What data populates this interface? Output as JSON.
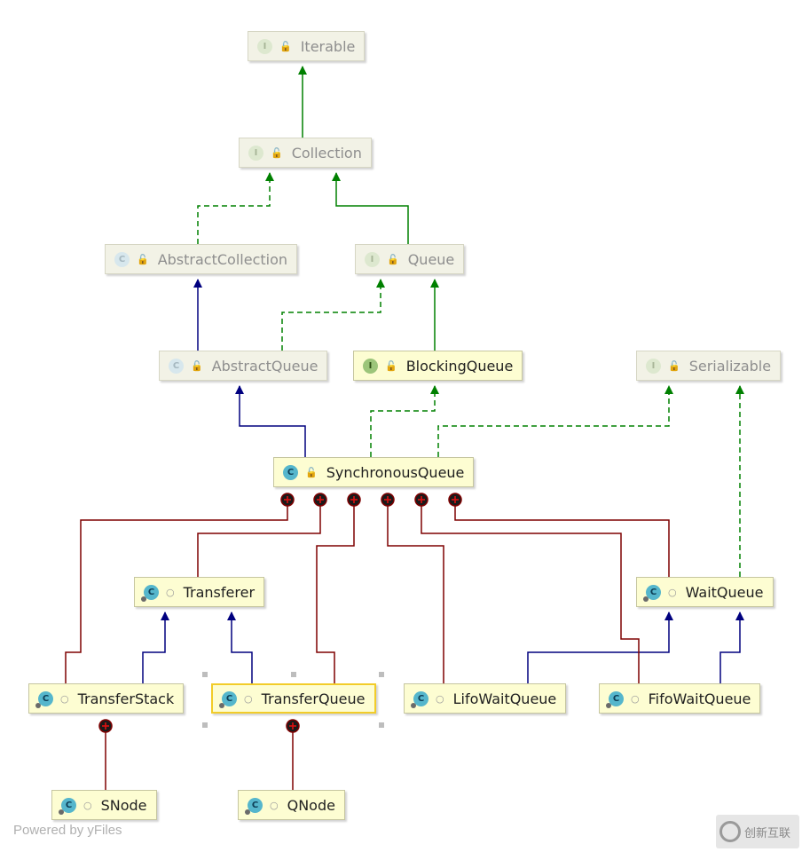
{
  "diagram": {
    "nodes": [
      {
        "id": "Iterable",
        "label": "Iterable",
        "kind": "interface",
        "visibility": "public",
        "state": "inactive"
      },
      {
        "id": "Collection",
        "label": "Collection",
        "kind": "interface",
        "visibility": "public",
        "state": "inactive"
      },
      {
        "id": "AbstractCollection",
        "label": "AbstractCollection",
        "kind": "abstract-class",
        "visibility": "public",
        "state": "inactive"
      },
      {
        "id": "Queue",
        "label": "Queue",
        "kind": "interface",
        "visibility": "public",
        "state": "inactive"
      },
      {
        "id": "AbstractQueue",
        "label": "AbstractQueue",
        "kind": "abstract-class",
        "visibility": "public",
        "state": "inactive"
      },
      {
        "id": "BlockingQueue",
        "label": "BlockingQueue",
        "kind": "interface",
        "visibility": "public",
        "state": "active"
      },
      {
        "id": "Serializable",
        "label": "Serializable",
        "kind": "interface",
        "visibility": "public",
        "state": "inactive"
      },
      {
        "id": "SynchronousQueue",
        "label": "SynchronousQueue",
        "kind": "class",
        "visibility": "public",
        "state": "active"
      },
      {
        "id": "Transferer",
        "label": "Transferer",
        "kind": "nested-class",
        "visibility": "package",
        "state": "active"
      },
      {
        "id": "WaitQueue",
        "label": "WaitQueue",
        "kind": "nested-class",
        "visibility": "package",
        "state": "active"
      },
      {
        "id": "TransferStack",
        "label": "TransferStack",
        "kind": "nested-class",
        "visibility": "package",
        "state": "active"
      },
      {
        "id": "TransferQueue",
        "label": "TransferQueue",
        "kind": "nested-class",
        "visibility": "package",
        "state": "active",
        "selected": true
      },
      {
        "id": "LifoWaitQueue",
        "label": "LifoWaitQueue",
        "kind": "nested-class",
        "visibility": "package",
        "state": "active"
      },
      {
        "id": "FifoWaitQueue",
        "label": "FifoWaitQueue",
        "kind": "nested-class",
        "visibility": "package",
        "state": "active"
      },
      {
        "id": "SNode",
        "label": "SNode",
        "kind": "nested-class",
        "visibility": "package",
        "state": "active"
      },
      {
        "id": "QNode",
        "label": "QNode",
        "kind": "nested-class",
        "visibility": "package",
        "state": "active"
      }
    ],
    "edges": [
      {
        "from": "Collection",
        "to": "Iterable",
        "type": "extends-interface"
      },
      {
        "from": "AbstractCollection",
        "to": "Collection",
        "type": "implements"
      },
      {
        "from": "Queue",
        "to": "Collection",
        "type": "extends-interface"
      },
      {
        "from": "AbstractQueue",
        "to": "AbstractCollection",
        "type": "extends"
      },
      {
        "from": "AbstractQueue",
        "to": "Queue",
        "type": "implements"
      },
      {
        "from": "BlockingQueue",
        "to": "Queue",
        "type": "extends-interface"
      },
      {
        "from": "SynchronousQueue",
        "to": "AbstractQueue",
        "type": "extends"
      },
      {
        "from": "SynchronousQueue",
        "to": "BlockingQueue",
        "type": "implements"
      },
      {
        "from": "SynchronousQueue",
        "to": "Serializable",
        "type": "implements"
      },
      {
        "from": "WaitQueue",
        "to": "Serializable",
        "type": "implements"
      },
      {
        "from": "TransferStack",
        "to": "Transferer",
        "type": "extends"
      },
      {
        "from": "TransferQueue",
        "to": "Transferer",
        "type": "extends"
      },
      {
        "from": "LifoWaitQueue",
        "to": "WaitQueue",
        "type": "extends"
      },
      {
        "from": "FifoWaitQueue",
        "to": "WaitQueue",
        "type": "extends"
      },
      {
        "from": "SynchronousQueue",
        "to": "TransferStack",
        "type": "inner"
      },
      {
        "from": "SynchronousQueue",
        "to": "Transferer",
        "type": "inner"
      },
      {
        "from": "SynchronousQueue",
        "to": "TransferQueue",
        "type": "inner"
      },
      {
        "from": "SynchronousQueue",
        "to": "LifoWaitQueue",
        "type": "inner"
      },
      {
        "from": "SynchronousQueue",
        "to": "FifoWaitQueue",
        "type": "inner"
      },
      {
        "from": "SynchronousQueue",
        "to": "WaitQueue",
        "type": "inner"
      },
      {
        "from": "TransferStack",
        "to": "SNode",
        "type": "inner"
      },
      {
        "from": "TransferQueue",
        "to": "QNode",
        "type": "inner"
      }
    ]
  },
  "badges": {
    "interface": "I",
    "class": "C"
  },
  "footer": "Powered by yFiles",
  "watermark": "创新互联",
  "colors": {
    "extends": "#00007f",
    "implements": "#008000",
    "inner": "#7f0000",
    "inactive_node_bg": "#f2f2e6",
    "active_node_bg": "#fdfdd2",
    "selection": "#f2cc29"
  }
}
